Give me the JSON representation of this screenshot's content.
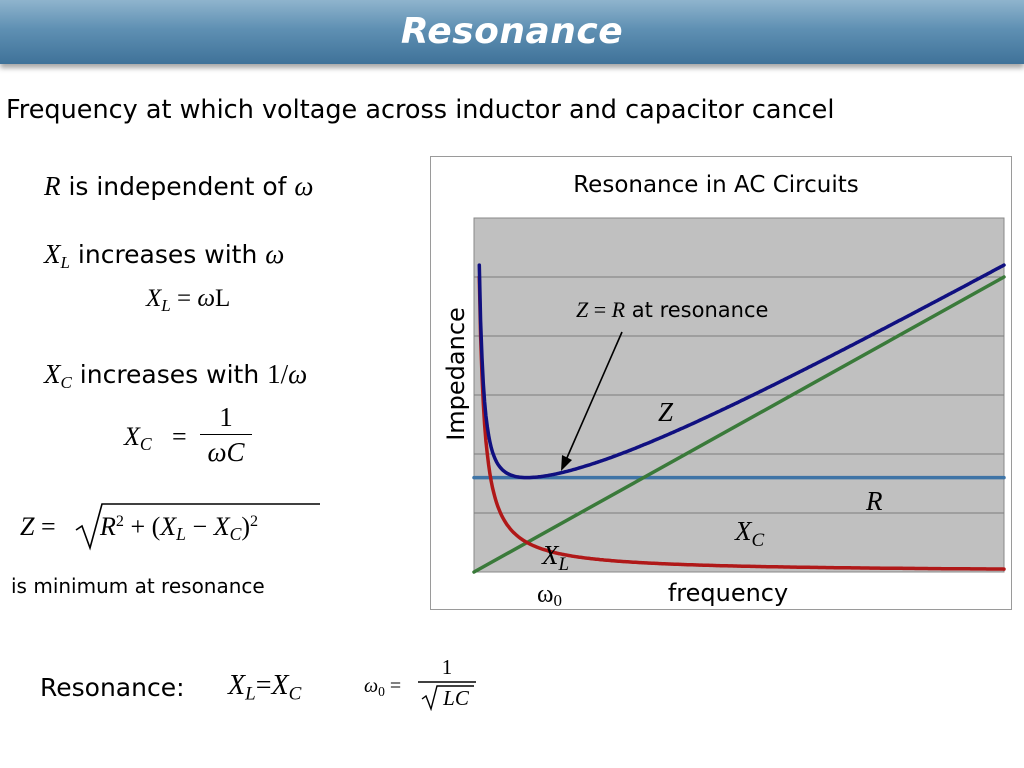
{
  "slide": {
    "title": "Resonance",
    "subtitle": "Frequency at which voltage across inductor and capacitor cancel"
  },
  "left_column": {
    "r_line": {
      "symbol": "R",
      "text": " is independent of ",
      "omega": "ω"
    },
    "xl_line": {
      "symbol": "X",
      "sub": "L",
      "text": " increases with ",
      "omega": "ω"
    },
    "xl_formula": {
      "lhs": "X",
      "lhs_sub": "L",
      "eq": " = ",
      "omega": "ω",
      "rhs": "L"
    },
    "xc_line": {
      "symbol": "X",
      "sub": "C",
      "text": " increases with ",
      "inv": "1/",
      "omega": "ω"
    },
    "xc_formula": {
      "lhs": "X",
      "lhs_sub": "C",
      "eq": "=",
      "numerator": "1",
      "den_omega": "ω",
      "den_c": "C"
    },
    "z_formula": {
      "lhs": "Z",
      "eq": "=",
      "r": "R",
      "r_exp": "2",
      "plus": " + (",
      "xl": "X",
      "xl_sub": "L",
      "minus": " − ",
      "xc": "X",
      "xc_sub": "C",
      "close": ")",
      "exp": "2"
    },
    "z_note": "is minimum at resonance"
  },
  "bottom": {
    "label": "Resonance:",
    "cond": {
      "xl": "X",
      "xl_sub": "L",
      "eq": "=",
      "xc": "X",
      "xc_sub": "C"
    },
    "omega0": {
      "omega": "ω",
      "sub": "0",
      "eq": "=",
      "numerator": "1",
      "den": "LC"
    }
  },
  "chart_data": {
    "type": "line",
    "title": "Resonance in AC Circuits",
    "xlabel": "frequency",
    "ylabel": "Impedance",
    "x_marker_label": "ω",
    "x_marker_sub": "0",
    "grid": true,
    "background": "#c0c0c0",
    "xlim": [
      0,
      10
    ],
    "ylim": [
      0,
      6
    ],
    "omega0": 1,
    "series": [
      {
        "name": "X",
        "name_sub": "L",
        "color": "#3a7a3a",
        "kind": "inductive",
        "slope": 0.5
      },
      {
        "name": "X",
        "name_sub": "C",
        "color": "#b01818",
        "kind": "capacitive",
        "k": 0.5
      },
      {
        "name": "R",
        "name_sub": "",
        "color": "#3f74a6",
        "kind": "constant",
        "value": 1.6
      },
      {
        "name": "Z",
        "name_sub": "",
        "color": "#101080",
        "kind": "total"
      }
    ],
    "annotation": {
      "lhs": "Z",
      "eq": " = ",
      "rhs": "R",
      "text": " at resonance"
    }
  }
}
